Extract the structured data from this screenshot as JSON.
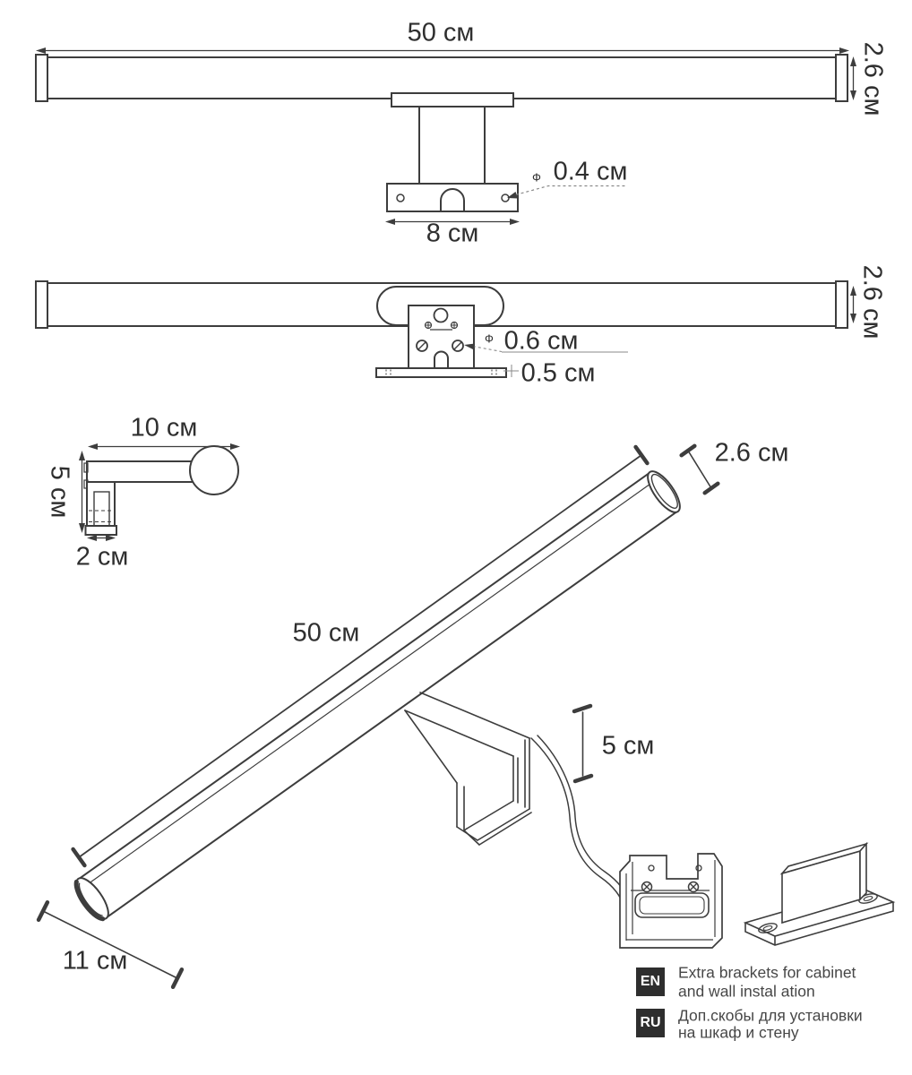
{
  "views": {
    "front": {
      "length": "50 см",
      "height": "2.6 см",
      "base_width": "8 см",
      "hole_diameter": "0.4 см",
      "diameter_symbol": "Ф"
    },
    "top": {
      "height": "2.6 см",
      "hole_diameter": "0.6 см",
      "plate_thickness": "0.5 см",
      "diameter_symbol": "Ф"
    },
    "side": {
      "arm_length": "10 см",
      "height": "5 см",
      "base_width": "2 см"
    },
    "perspective": {
      "length": "50 см",
      "diameter": "2.6 см",
      "bracket_height": "5 см",
      "end_offset": "11 см"
    }
  },
  "notes": {
    "en": {
      "badge": "EN",
      "line1": "Extra brackets for cabinet",
      "line2": "and wall instal ation"
    },
    "ru": {
      "badge": "RU",
      "line1": "Доп.скобы для установки",
      "line2": "на шкаф и стену"
    }
  },
  "colors": {
    "line": "#3d3d3d",
    "text": "#2f2f2f",
    "leader": "#8a8a8a",
    "badge_bg": "#2e2e2e",
    "badge_text": "#ffffff",
    "note_text": "#474747"
  }
}
